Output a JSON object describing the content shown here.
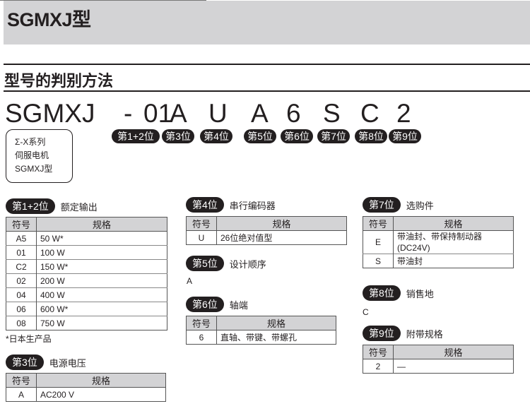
{
  "title": "SGMXJ型",
  "section_title": "型号的判别方法",
  "model": {
    "parts": [
      "SGMXJ",
      "-",
      "01",
      "A",
      "U",
      "A",
      "6",
      "S",
      "C",
      "2"
    ],
    "badges": [
      "第1+2位",
      "第3位",
      "第4位",
      "第5位",
      "第6位",
      "第7位",
      "第8位",
      "第9位"
    ]
  },
  "legend": {
    "lines": [
      "Σ-X系列",
      "伺服电机",
      "SGMXJ型"
    ]
  },
  "table_headers": {
    "code": "符号",
    "spec": "规格"
  },
  "sections": {
    "s12": {
      "badge": "第1+2位",
      "label": "额定输出",
      "rows": [
        [
          "A5",
          "50 W*"
        ],
        [
          "01",
          "100 W"
        ],
        [
          "C2",
          "150 W*"
        ],
        [
          "02",
          "200 W"
        ],
        [
          "04",
          "400 W"
        ],
        [
          "06",
          "600 W*"
        ],
        [
          "08",
          "750 W"
        ]
      ],
      "note": "*日本生产品"
    },
    "s3": {
      "badge": "第3位",
      "label": "电源电压",
      "rows": [
        [
          "A",
          "AC200 V"
        ]
      ]
    },
    "s4": {
      "badge": "第4位",
      "label": "串行编码器",
      "rows": [
        [
          "U",
          "26位绝对值型"
        ]
      ]
    },
    "s5": {
      "badge": "第5位",
      "label": "设计顺序",
      "value": "A"
    },
    "s6": {
      "badge": "第6位",
      "label": "轴端",
      "rows": [
        [
          "6",
          "直轴、带键、带螺孔"
        ]
      ]
    },
    "s7": {
      "badge": "第7位",
      "label": "选购件",
      "rows": [
        [
          "E",
          "带油封、带保持制动器\n(DC24V)"
        ],
        [
          "S",
          "带油封"
        ]
      ]
    },
    "s8": {
      "badge": "第8位",
      "label": "销售地",
      "value": "C"
    },
    "s9": {
      "badge": "第9位",
      "label": "附带规格",
      "rows": [
        [
          "2",
          "—"
        ]
      ]
    }
  }
}
